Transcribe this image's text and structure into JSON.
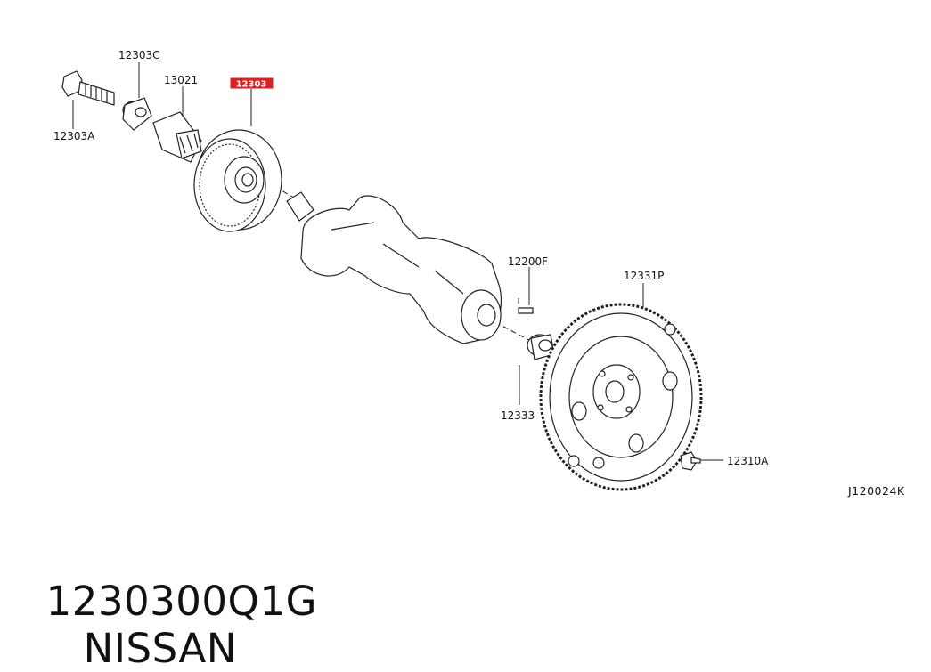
{
  "diagram": {
    "labels": {
      "bolt": "12303A",
      "washer": "12303C",
      "key": "13021",
      "dowel": "12200F",
      "flywheel": "12331P",
      "bushing": "12333",
      "flywheel_bolt": "12310A"
    },
    "highlighted_part": "12303",
    "highlight_color": "#e02020",
    "reference_code": "J120024K"
  },
  "caption": {
    "part_number": "1230300Q1G",
    "brand": "NISSAN"
  }
}
